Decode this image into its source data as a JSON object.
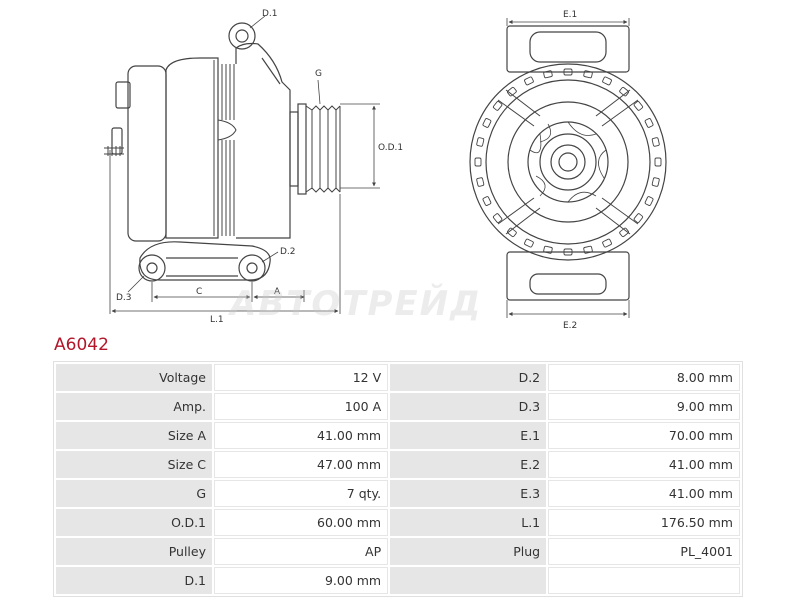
{
  "drawing": {
    "labels": {
      "d1": "D.1",
      "g": "G",
      "od1": "O.D.1",
      "d2": "D.2",
      "d3": "D.3",
      "c": "C",
      "a": "A",
      "l1": "L.1",
      "e1": "E.1",
      "e2": "E.2"
    },
    "watermark": "АВТОТРЕЙД"
  },
  "model": "A6042",
  "colors": {
    "model": "#b3152a",
    "label_cell": "#e6e6e6",
    "line": "#444444"
  },
  "specs": [
    {
      "l1": "Voltage",
      "v1": "12 V",
      "l2": "D.2",
      "v2": "8.00 mm"
    },
    {
      "l1": "Amp.",
      "v1": "100 A",
      "l2": "D.3",
      "v2": "9.00 mm"
    },
    {
      "l1": "Size A",
      "v1": "41.00 mm",
      "l2": "E.1",
      "v2": "70.00 mm"
    },
    {
      "l1": "Size C",
      "v1": "47.00 mm",
      "l2": "E.2",
      "v2": "41.00 mm"
    },
    {
      "l1": "G",
      "v1": "7 qty.",
      "l2": "E.3",
      "v2": "41.00 mm"
    },
    {
      "l1": "O.D.1",
      "v1": "60.00 mm",
      "l2": "L.1",
      "v2": "176.50 mm"
    },
    {
      "l1": "Pulley",
      "v1": "AP",
      "l2": "Plug",
      "v2": "PL_4001"
    },
    {
      "l1": "D.1",
      "v1": "9.00 mm",
      "l2": "",
      "v2": ""
    }
  ]
}
